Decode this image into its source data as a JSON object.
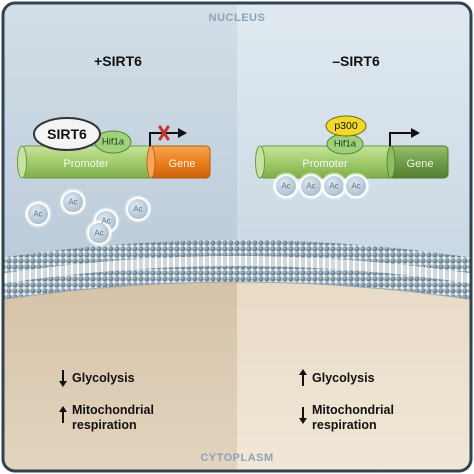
{
  "regions": {
    "nucleus": "NUCLEUS",
    "cytoplasm": "CYTOPLASM"
  },
  "left": {
    "condition": "+SIRT6",
    "sirt6": "SIRT6",
    "factor": "Hif1a",
    "promoter": "Promoter",
    "gene": "Gene",
    "ac": "Ac",
    "effects": [
      "Glycolysis",
      "Mitochondrial",
      "respiration"
    ],
    "effect_directions": [
      "down",
      "up"
    ]
  },
  "right": {
    "condition": "–SIRT6",
    "coactivator": "p300",
    "factor": "Hif1a",
    "promoter": "Promoter",
    "gene": "Gene",
    "ac": "Ac",
    "effects": [
      "Glycolysis",
      "Mitochondrial",
      "respiration"
    ],
    "effect_directions": [
      "up",
      "down"
    ]
  },
  "colors": {
    "nucleus_left": "#b9cad9",
    "nucleus_right": "#c8d7e3",
    "cytoplasm_left": "#dcc9b0",
    "cytoplasm_right": "#ece0cc",
    "membrane": "#5f7889",
    "promoter_green": "#a7cf73",
    "gene_orange": "#ec7f1f",
    "gene_green": "#6f9c48",
    "p300_yellow": "#f1d92b",
    "block_red": "#c7362b"
  }
}
